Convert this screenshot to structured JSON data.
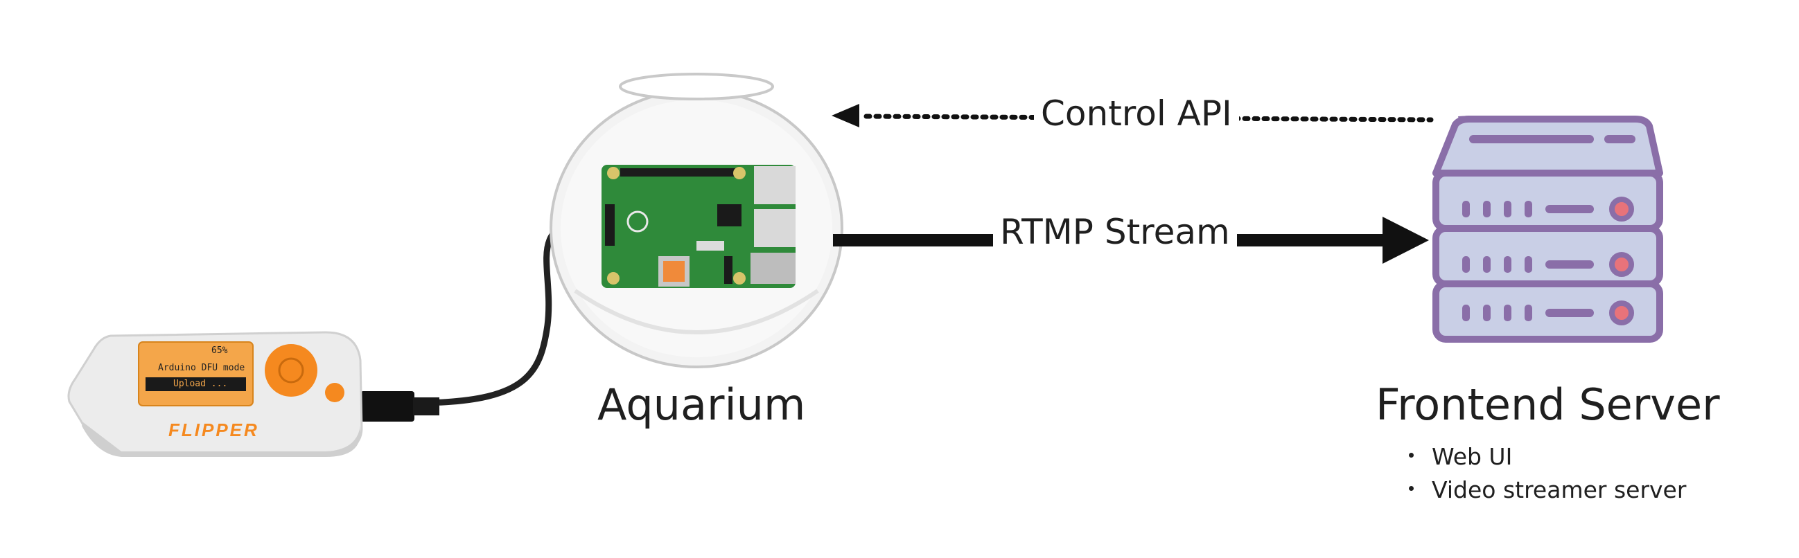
{
  "nodes": {
    "aquarium": {
      "label": "Aquarium"
    },
    "frontend": {
      "label": "Frontend Server",
      "bullets": [
        "Web UI",
        "Video streamer server"
      ]
    }
  },
  "edges": {
    "control_api": {
      "label": "Control API",
      "style": "dotted",
      "direction": "frontend-to-aquarium"
    },
    "rtmp_stream": {
      "label": "RTMP Stream",
      "style": "solid-thick",
      "direction": "aquarium-to-frontend"
    }
  },
  "flipper": {
    "brand": "FLIPPER",
    "battery": "65%",
    "mode_text": "Arduino DFU mode",
    "status_text": "Upload ..."
  },
  "colors": {
    "server_fill": "#c9cfe6",
    "server_stroke": "#8a6ea8",
    "server_accent": "#e8737a",
    "flipper_orange": "#f5891f",
    "pcb_green": "#2f8a3a"
  }
}
